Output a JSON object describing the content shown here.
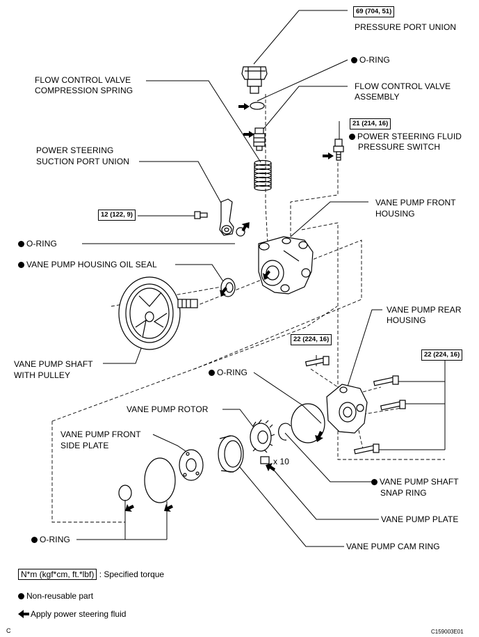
{
  "labels": {
    "pressure_port_union": "PRESSURE PORT UNION",
    "oring_top": "O-RING",
    "flow_control_valve_spring_1": "FLOW CONTROL VALVE",
    "flow_control_valve_spring_2": "COMPRESSION SPRING",
    "flow_control_valve_assembly_1": "FLOW CONTROL VALVE",
    "flow_control_valve_assembly_2": "ASSEMBLY",
    "pressure_switch_1": "POWER STEERING FLUID",
    "pressure_switch_2": "PRESSURE SWITCH",
    "suction_port_union_1": "POWER STEERING",
    "suction_port_union_2": "SUCTION PORT UNION",
    "front_housing_1": "VANE PUMP FRONT",
    "front_housing_2": "HOUSING",
    "oring_suction": "O-RING",
    "housing_oil_seal": "VANE PUMP HOUSING OIL SEAL",
    "rear_housing_1": "VANE PUMP REAR",
    "rear_housing_2": "HOUSING",
    "shaft_pulley_1": "VANE PUMP SHAFT",
    "shaft_pulley_2": "WITH PULLEY",
    "oring_rear": "O-RING",
    "vane_pump_rotor": "VANE PUMP ROTOR",
    "front_side_plate_1": "VANE PUMP FRONT",
    "front_side_plate_2": "SIDE PLATE",
    "quantity": "x 10",
    "snap_ring_1": "VANE PUMP SHAFT",
    "snap_ring_2": "SNAP RING",
    "vane_pump_plate": "VANE PUMP PLATE",
    "oring_bottom": "O-RING",
    "cam_ring": "VANE PUMP CAM RING"
  },
  "torques": {
    "pressure_port_union": "69 (704, 51)",
    "pressure_switch": "21 (214, 16)",
    "suction_union_bolt": "12 (122, 9)",
    "rear_housing_left": "22 (224, 16)",
    "rear_housing_right": "22 (224, 16)"
  },
  "legend": {
    "torque_key": "N*m (kgf*cm, ft.*lbf)",
    "torque_text": ": Specified torque",
    "nonreusable": "Non-reusable part",
    "apply_fluid": "Apply power steering fluid"
  },
  "footer": {
    "corner_letter": "C",
    "figure_code": "C159003E01"
  }
}
